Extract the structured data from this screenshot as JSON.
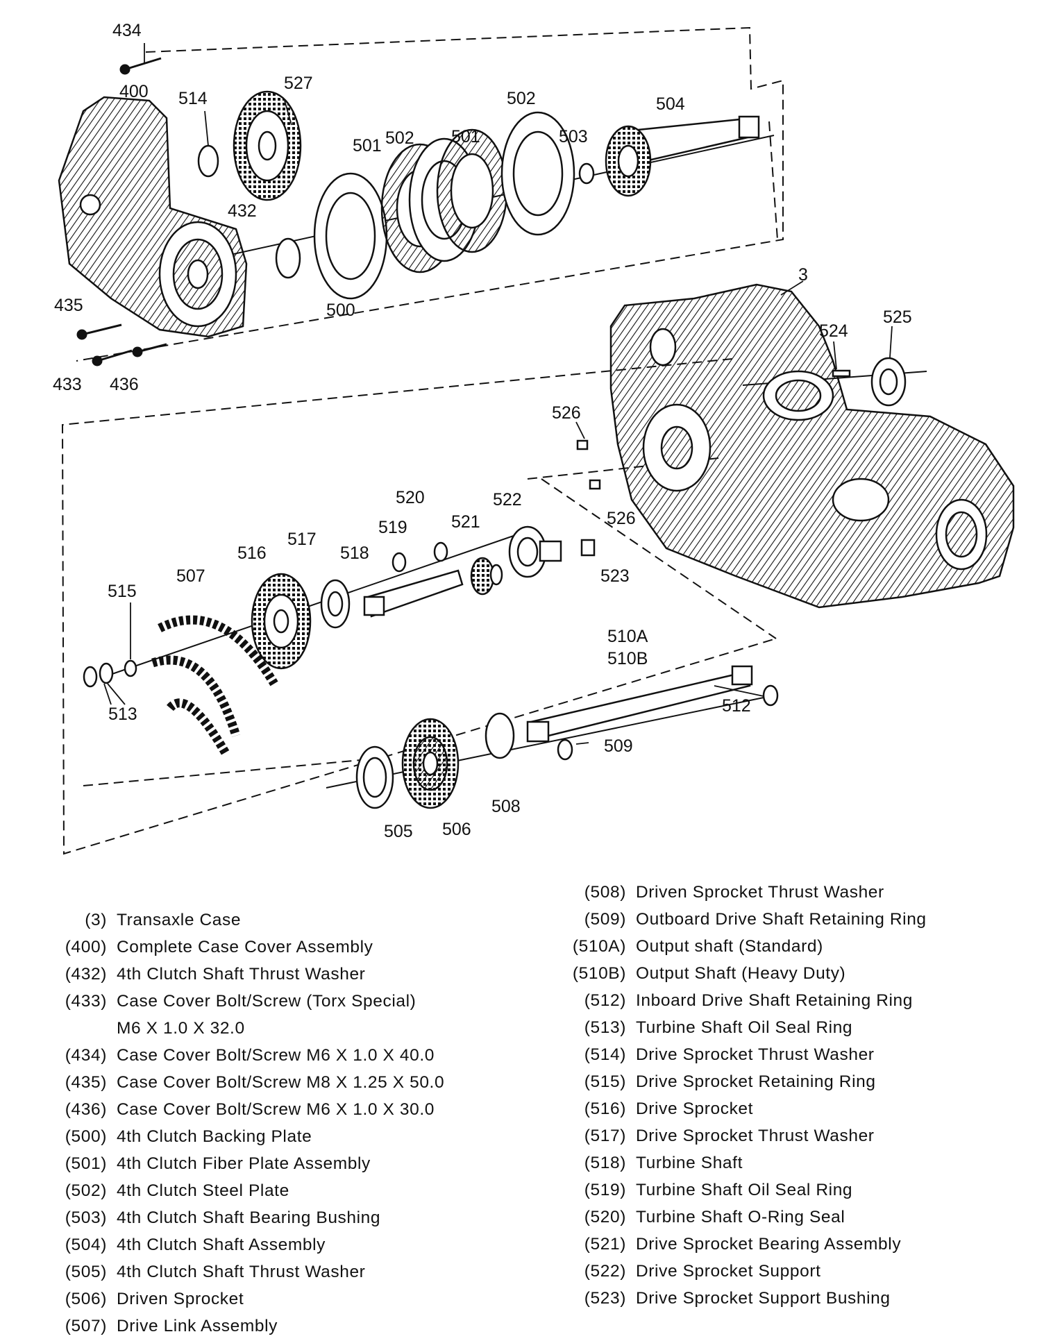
{
  "callouts": {
    "c3": "3",
    "c400": "400",
    "c432": "432",
    "c433": "433",
    "c434": "434",
    "c435": "435",
    "c436": "436",
    "c500": "500",
    "c501a": "501",
    "c501b": "501",
    "c502a": "502",
    "c502b": "502",
    "c503": "503",
    "c504": "504",
    "c505": "505",
    "c506": "506",
    "c507": "507",
    "c508": "508",
    "c509": "509",
    "c510a": "510A",
    "c510b": "510B",
    "c512": "512",
    "c513": "513",
    "c514": "514",
    "c515": "515",
    "c516": "516",
    "c517": "517",
    "c518": "518",
    "c519": "519",
    "c520": "520",
    "c521": "521",
    "c522": "522",
    "c523": "523",
    "c524": "524",
    "c525": "525",
    "c526a": "526",
    "c526b": "526",
    "c527": "527"
  },
  "legend_left": [
    {
      "num": "(3)",
      "desc": "Transaxle Case"
    },
    {
      "num": "(400)",
      "desc": "Complete Case Cover Assembly"
    },
    {
      "num": "(432)",
      "desc": "4th Clutch Shaft Thrust Washer"
    },
    {
      "num": "(433)",
      "desc": "Case Cover Bolt/Screw (Torx Special)\nM6 X 1.0 X 32.0"
    },
    {
      "num": "(434)",
      "desc": "Case Cover Bolt/Screw M6 X 1.0 X 40.0"
    },
    {
      "num": "(435)",
      "desc": "Case Cover Bolt/Screw M8 X 1.25 X 50.0"
    },
    {
      "num": "(436)",
      "desc": "Case Cover Bolt/Screw M6 X 1.0 X 30.0"
    },
    {
      "num": "(500)",
      "desc": "4th Clutch Backing Plate"
    },
    {
      "num": "(501)",
      "desc": "4th Clutch Fiber Plate Assembly"
    },
    {
      "num": "(502)",
      "desc": "4th Clutch Steel Plate"
    },
    {
      "num": "(503)",
      "desc": "4th Clutch Shaft Bearing Bushing"
    },
    {
      "num": "(504)",
      "desc": "4th Clutch Shaft Assembly"
    },
    {
      "num": "(505)",
      "desc": "4th Clutch Shaft Thrust Washer"
    },
    {
      "num": "(506)",
      "desc": "Driven Sprocket"
    },
    {
      "num": "(507)",
      "desc": "Drive Link Assembly"
    }
  ],
  "legend_right": [
    {
      "num": "(508)",
      "desc": "Driven Sprocket Thrust Washer"
    },
    {
      "num": "(509)",
      "desc": "Outboard Drive Shaft Retaining Ring"
    },
    {
      "num": "(510A)",
      "desc": "Output shaft (Standard)"
    },
    {
      "num": "(510B)",
      "desc": "Output Shaft (Heavy Duty)"
    },
    {
      "num": "(512)",
      "desc": "Inboard Drive Shaft Retaining Ring"
    },
    {
      "num": "(513)",
      "desc": "Turbine Shaft Oil Seal Ring"
    },
    {
      "num": "(514)",
      "desc": "Drive Sprocket Thrust Washer"
    },
    {
      "num": "(515)",
      "desc": "Drive Sprocket Retaining Ring"
    },
    {
      "num": "(516)",
      "desc": "Drive Sprocket"
    },
    {
      "num": "(517)",
      "desc": "Drive Sprocket Thrust Washer"
    },
    {
      "num": "(518)",
      "desc": "Turbine Shaft"
    },
    {
      "num": "(519)",
      "desc": "Turbine Shaft Oil Seal Ring"
    },
    {
      "num": "(520)",
      "desc": "Turbine Shaft O-Ring Seal"
    },
    {
      "num": "(521)",
      "desc": "Drive Sprocket Bearing Assembly"
    },
    {
      "num": "(522)",
      "desc": "Drive Sprocket Support"
    },
    {
      "num": "(523)",
      "desc": "Drive Sprocket Support Bushing"
    }
  ]
}
